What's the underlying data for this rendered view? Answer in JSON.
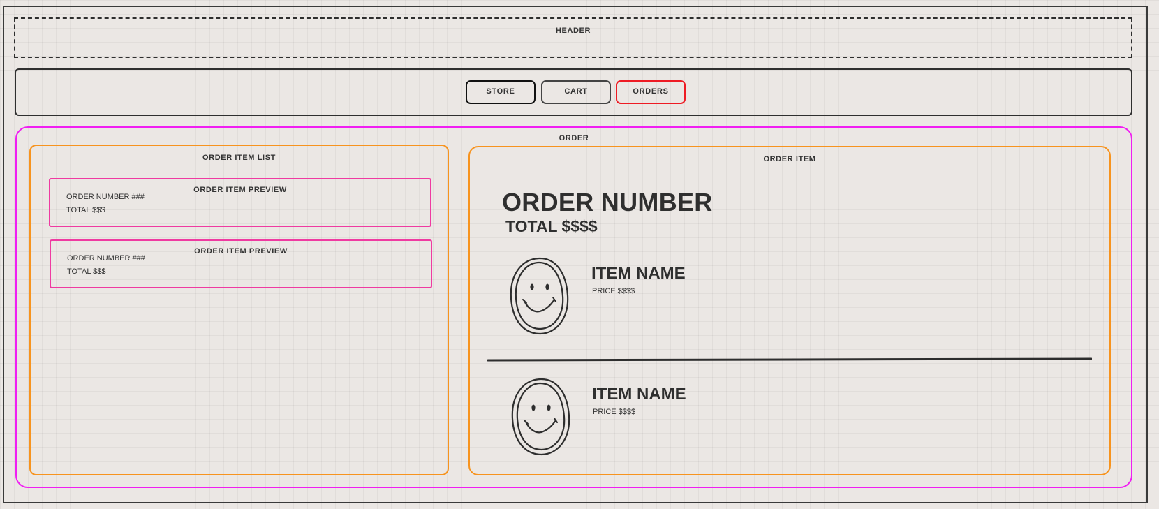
{
  "header": {
    "label": "HEADER"
  },
  "nav": {
    "buttons": [
      {
        "label": "STORE",
        "border_color": "#111111"
      },
      {
        "label": "CART",
        "border_color": "#444444"
      },
      {
        "label": "ORDERS",
        "border_color": "#ee1b24",
        "active": true
      }
    ]
  },
  "order": {
    "label": "ORDER",
    "border_color": "#f01ef2",
    "list": {
      "label": "ORDER ITEM LIST",
      "border_color": "#f7931e",
      "previews": [
        {
          "title": "ORDER ITEM PREVIEW",
          "order_number": "ORDER NUMBER ###",
          "total": "TOTAL $$$"
        },
        {
          "title": "ORDER ITEM PREVIEW",
          "order_number": "ORDER NUMBER ###",
          "total": "TOTAL $$$"
        }
      ],
      "preview_border_color": "#ef3aa1"
    },
    "item": {
      "label": "ORDER ITEM",
      "border_color": "#f7931e",
      "order_number": "ORDER NUMBER",
      "total": "TOTAL $$$$",
      "products": [
        {
          "name": "ITEM NAME",
          "price": "PRICE $$$$",
          "icon": "smiley-face-icon"
        },
        {
          "name": "ITEM NAME",
          "price": "PRICE $$$$",
          "icon": "smiley-face-icon"
        }
      ]
    }
  }
}
